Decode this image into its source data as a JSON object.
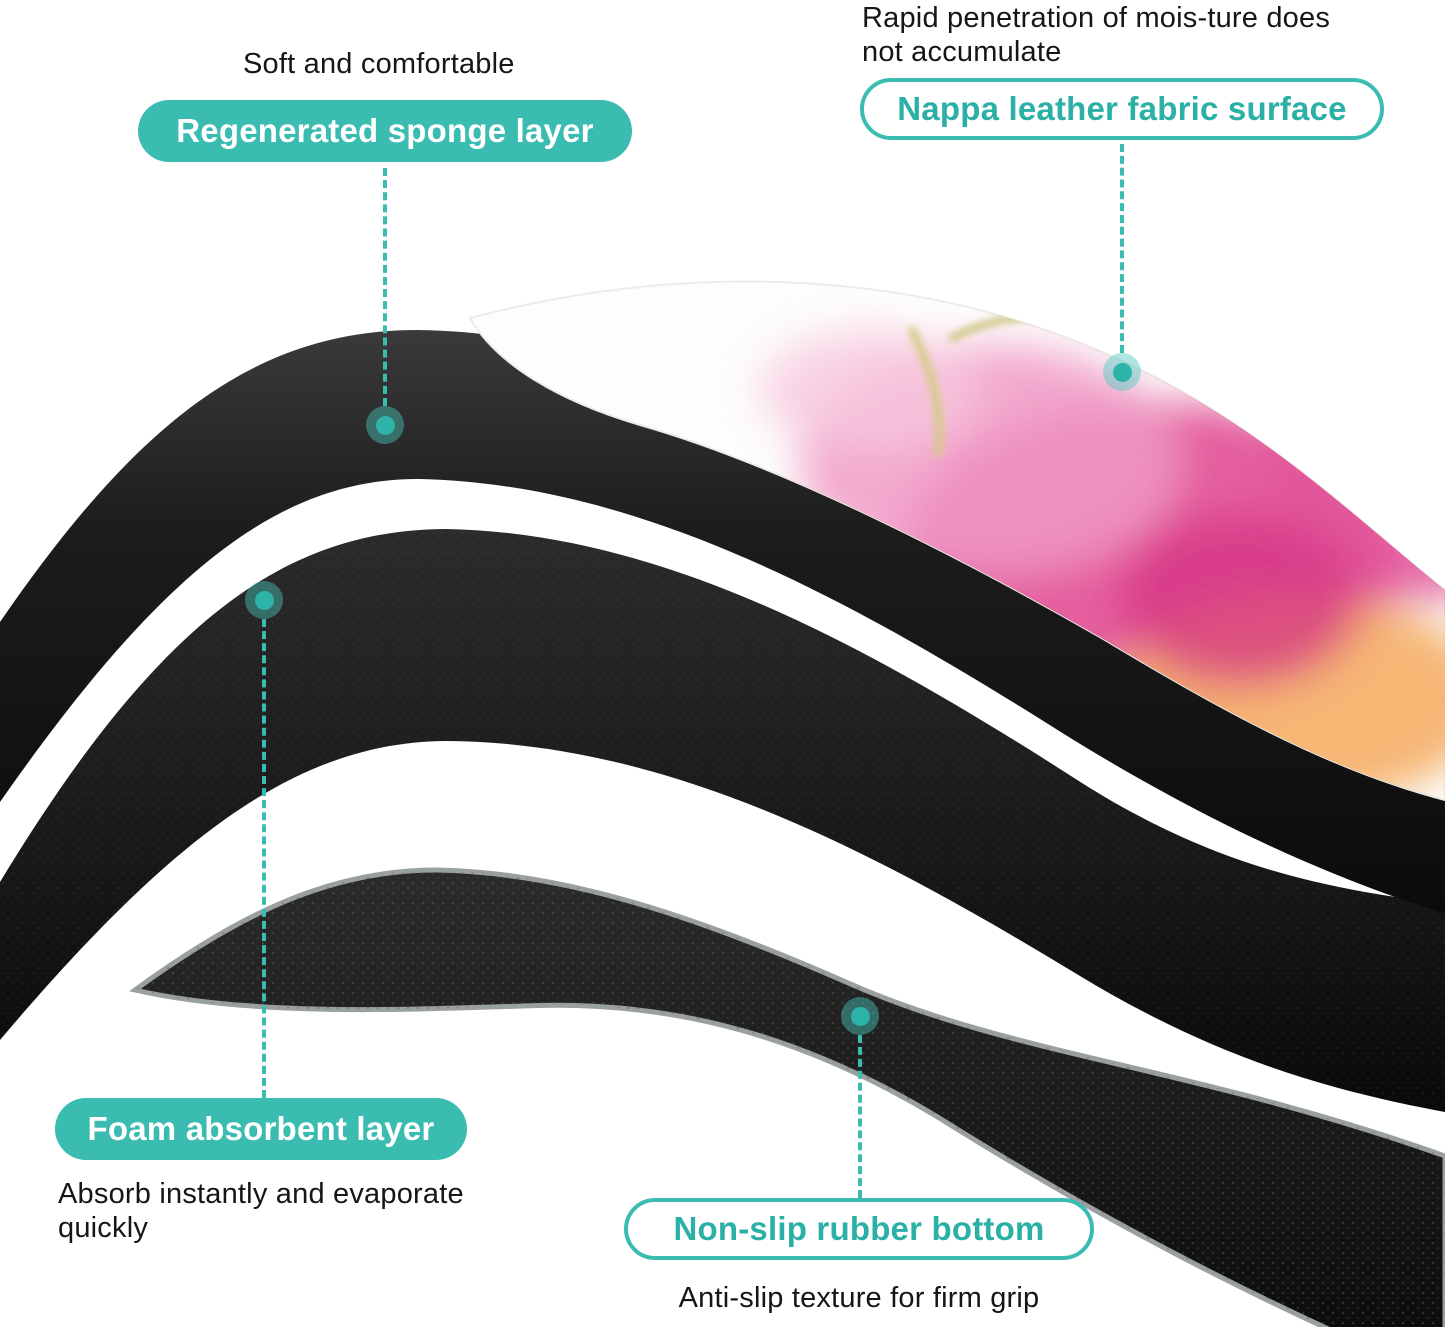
{
  "accent_color": "#3bbcb1",
  "callouts": {
    "sponge": {
      "note": "Soft and comfortable",
      "label": "Regenerated sponge layer"
    },
    "surface": {
      "note": "Rapid penetration of mois-ture does not accumulate",
      "label": "Nappa leather fabric surface"
    },
    "foam": {
      "label": "Foam absorbent layer",
      "note": "Absorb instantly and evaporate quickly"
    },
    "rubber": {
      "label": "Non-slip rubber bottom",
      "note": "Anti-slip texture for firm grip"
    }
  },
  "illustration": {
    "layer_colors": {
      "sponge_black": "#1c1c1c",
      "foam_black": "#141414",
      "rubber_black": "#121212",
      "rubber_edge_gray": "#9aa0a0",
      "surface_white": "#fdfdfc",
      "surface_pink": "#e24d93",
      "surface_magenta": "#d63384",
      "surface_orange": "#f5b26e",
      "surface_stem_green": "#d3cc82"
    }
  }
}
